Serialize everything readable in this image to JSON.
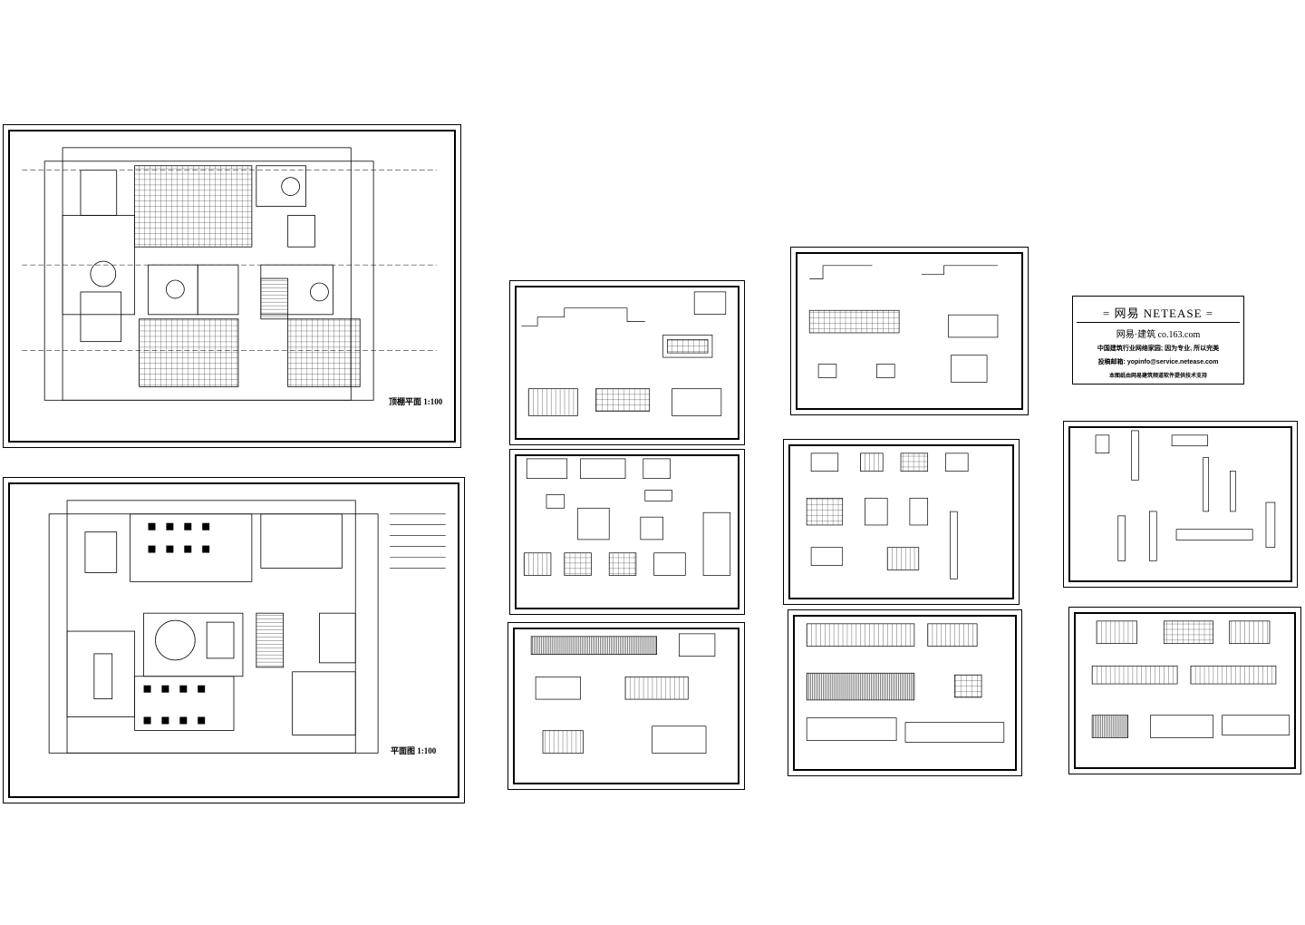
{
  "sheets": {
    "ceiling_plan": {
      "title": "顶棚平面 1:100"
    },
    "floor_plan": {
      "title": "平面图 1:100"
    }
  },
  "brand_block": {
    "line1": "= 网易  NETEASE =",
    "line2": "网易·建筑    co.163.com",
    "line3": "中国建筑行业网络家园; 因为专业, 所以完美",
    "line4": "投稿邮箱: yopinfo@service.netease.com",
    "line5": "本图纸由网易建筑频道软件提供技术支持"
  },
  "colors": {
    "line": "#000000",
    "paper": "#ffffff"
  }
}
